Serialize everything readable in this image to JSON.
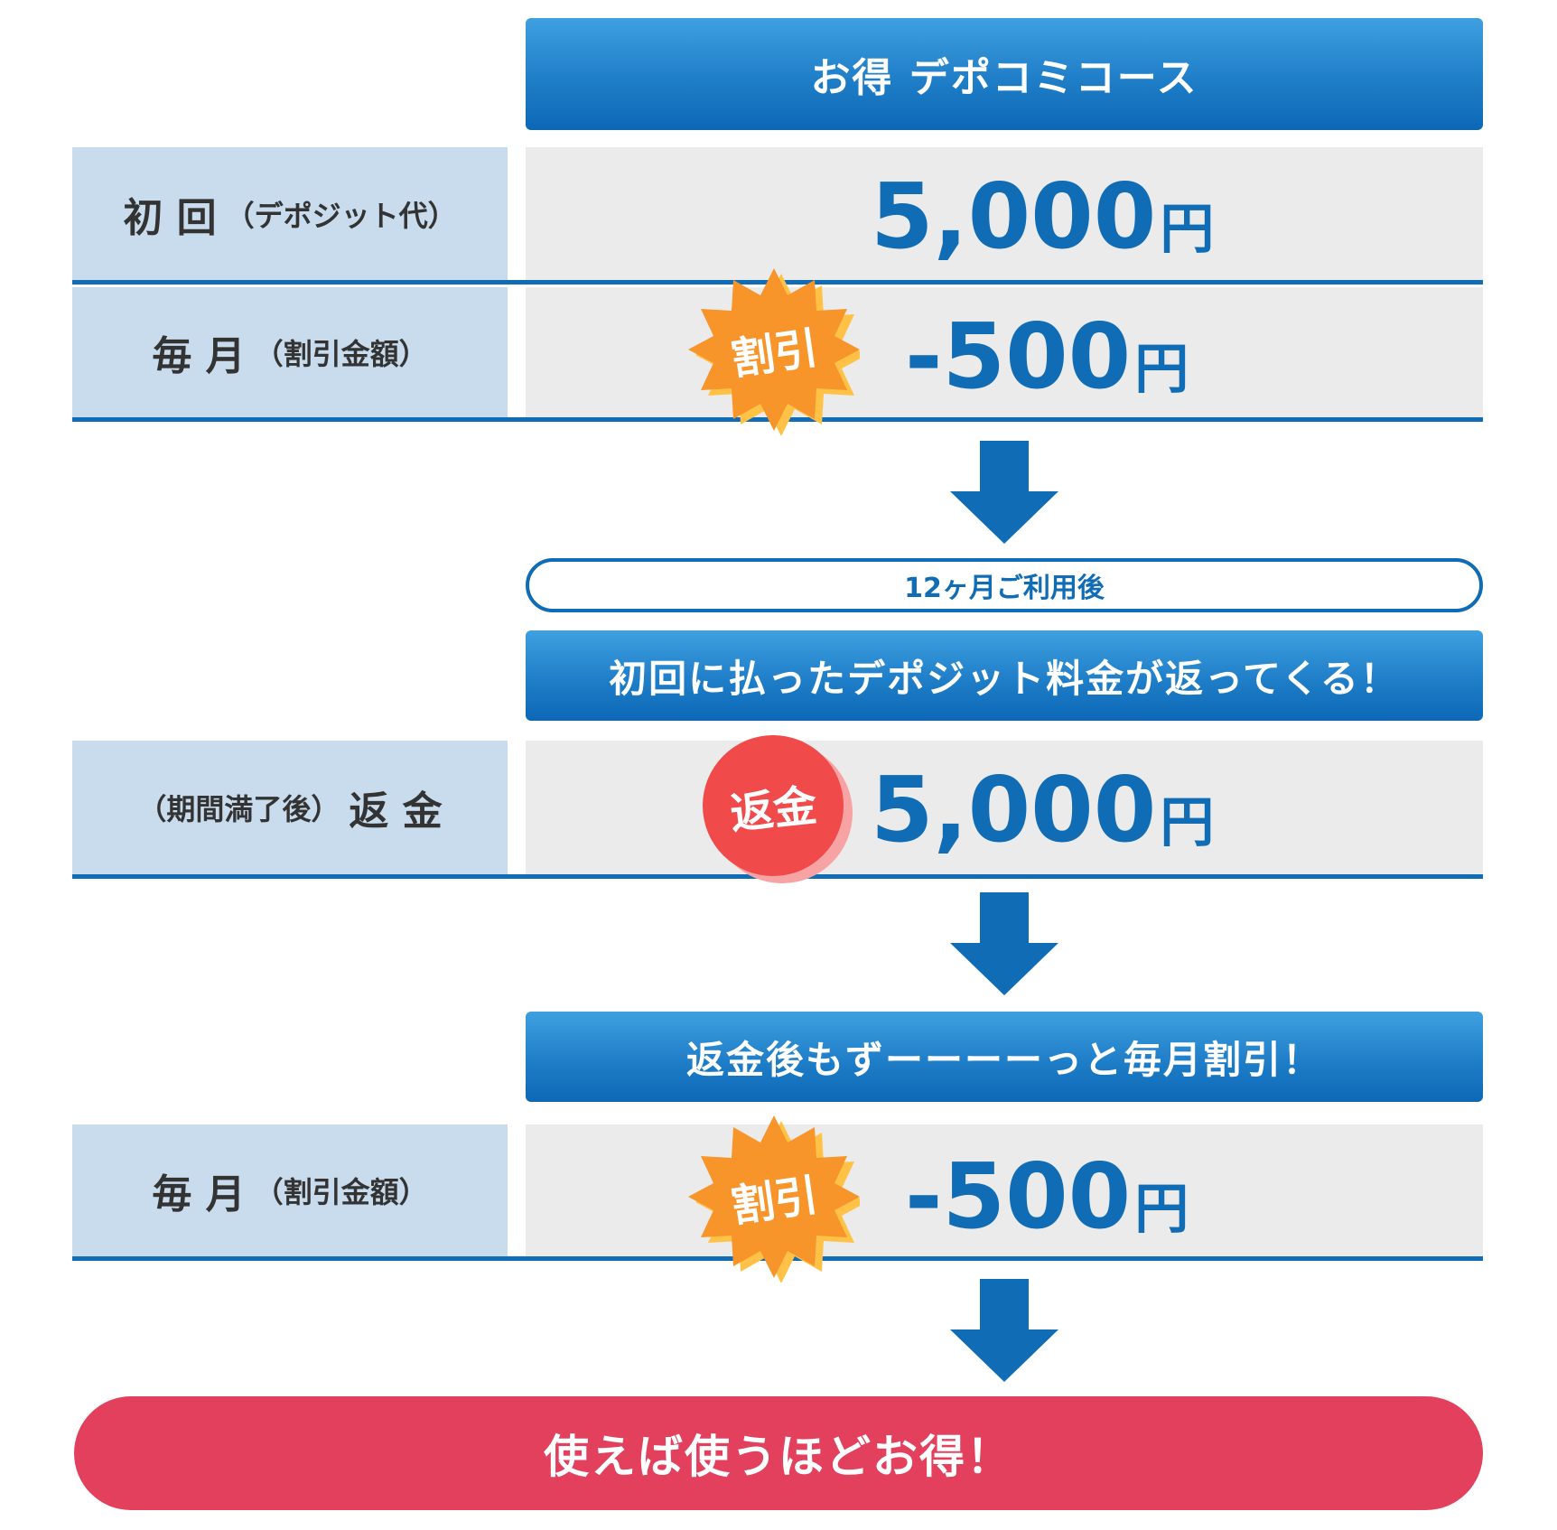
{
  "course": {
    "title": "お得 デポコミコース"
  },
  "rows": {
    "initial": {
      "label": "初 回",
      "sub": "（デポジット代）",
      "amount": "5,000",
      "unit": "円"
    },
    "monthly1": {
      "label": "毎 月",
      "sub": "（割引金額）",
      "amount": "-500",
      "unit": "円",
      "badge": "割引"
    },
    "refund": {
      "pre": "（期間満了後）",
      "label": "返 金",
      "amount": "5,000",
      "unit": "円",
      "badge": "返金"
    },
    "monthly2": {
      "label": "毎 月",
      "sub": "（割引金額）",
      "amount": "-500",
      "unit": "円",
      "badge": "割引"
    }
  },
  "after_use": "12ヶ月ご利用後",
  "return_banner": "初回に払ったデポジット料金が返ってくる！",
  "forever_banner": "返金後もずーーーーっと毎月割引！",
  "final_message": "使えば使うほどお得！",
  "colors": {
    "blue": "#0f6cb5",
    "label_bg": "#c9dcee",
    "value_bg": "#ebebeb",
    "orange": "#f7942a",
    "red": "#f04a4a",
    "pink": "#e2405c"
  }
}
